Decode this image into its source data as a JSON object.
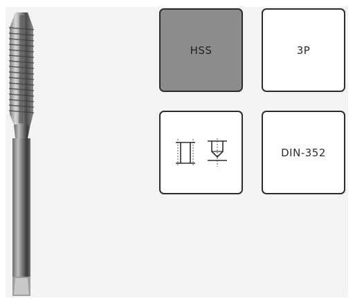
{
  "product": {
    "image_icon": "tap-tool-image"
  },
  "tiles": {
    "material": {
      "label": "HSS",
      "selected": true
    },
    "variant": {
      "label": "3P",
      "selected": false
    },
    "hole_type": {
      "icons": [
        "through-hole-icon",
        "blind-hole-icon"
      ],
      "selected": false
    },
    "standard": {
      "label": "DIN-352",
      "selected": false
    }
  },
  "colors": {
    "selected_tile": "#8c8c8c",
    "tile_border": "#2b2b2b",
    "panel_background": "#f3f3f3"
  }
}
